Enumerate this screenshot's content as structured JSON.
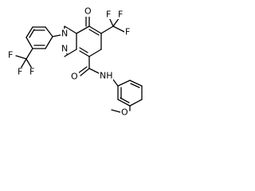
{
  "molecule": {
    "atoms": {
      "pyridazinone_oxygen": "O",
      "ring_nitrogen_1": "N",
      "ring_nitrogen_2": "N",
      "ring_cf3_fluorine_top_left": "F",
      "ring_cf3_fluorine_top_right": "F",
      "ring_cf3_fluorine_right": "F",
      "aryl_cf3_fluorine_left": "F",
      "aryl_cf3_fluorine_bottom_left": "F",
      "aryl_cf3_fluorine_bottom_right": "F",
      "amide_oxygen": "O",
      "amide_nitrogen": "NH",
      "methoxy_oxygen": "O"
    },
    "colors": {
      "bond": "#000000",
      "label": "#000000",
      "background": "#ffffff"
    }
  }
}
